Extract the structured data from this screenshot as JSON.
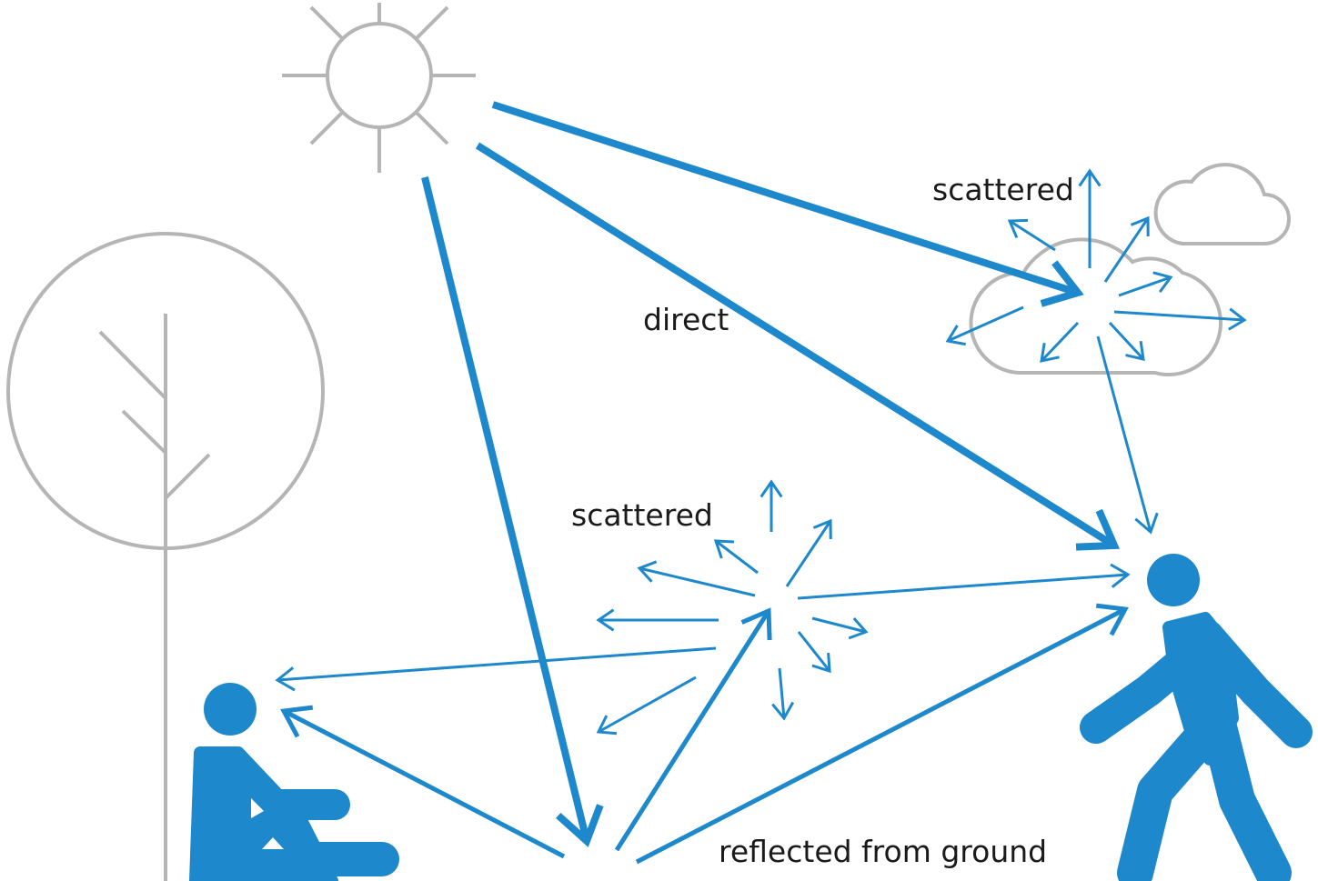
{
  "colors": {
    "blue": "#1e88cc",
    "gray": "#b5b5b5",
    "text": "#1a1a1a"
  },
  "labels": {
    "scattered_cloud": "scattered",
    "direct": "direct",
    "scattered_air": "scattered",
    "reflected": "reflected from ground"
  },
  "icons": [
    "sun-icon",
    "cloud-icon",
    "tree-icon",
    "walking-person-icon",
    "sitting-person-icon"
  ]
}
